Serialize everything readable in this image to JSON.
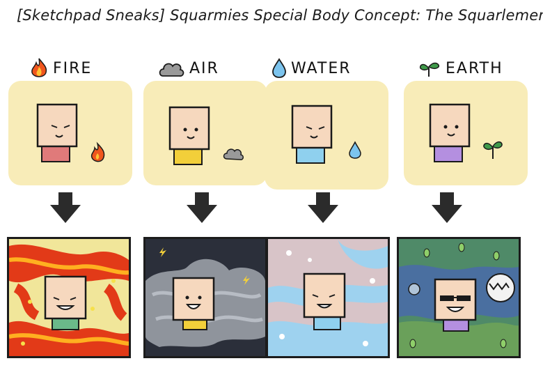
{
  "title": "[Sketchpad Sneaks] Squarmies Special Body Concept: The Squarlements",
  "elements": [
    {
      "label": "FIRE",
      "icon": "flame-icon",
      "shirt_color": "#e07a7a",
      "element_color": "#e84a1e"
    },
    {
      "label": "AIR",
      "icon": "cloud-icon",
      "shirt_color": "#f2cf3a",
      "element_color": "#8a8a8a"
    },
    {
      "label": "WATER",
      "icon": "water-drop-icon",
      "shirt_color": "#8fd0ee",
      "element_color": "#6ab7e6"
    },
    {
      "label": "EARTH",
      "icon": "sprout-icon",
      "shirt_color": "#b48fe0",
      "element_color": "#3a8a3a"
    }
  ]
}
